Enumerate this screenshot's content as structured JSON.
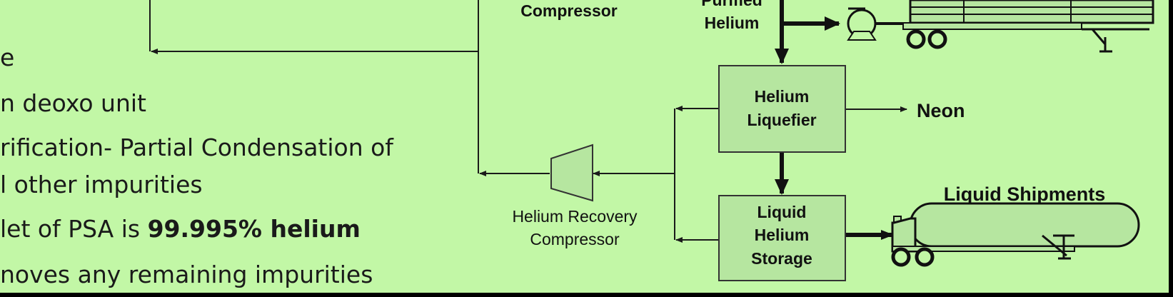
{
  "colors": {
    "background": "#c2f7a6",
    "box_fill": "#b6e6a0",
    "line": "#1a1a1a",
    "frame": "#000000"
  },
  "bullets": {
    "line1": "e",
    "line2": "n deoxo unit",
    "line3": "rification- Partial Condensation of",
    "line4": "l other impurities",
    "line5_prefix": "let of PSA is ",
    "line5_bold": "99.995% helium",
    "line6": "noves any remaining impurities"
  },
  "diagram": {
    "compressor_top_label": "Compressor",
    "purified_helium_line1": "Purified",
    "purified_helium_line2": "Helium",
    "helium_liquefier_line1": "Helium",
    "helium_liquefier_line2": "Liquefier",
    "neon_label": "Neon",
    "storage_line1": "Liquid",
    "storage_line2": "Helium",
    "storage_line3": "Storage",
    "recovery_line1": "Helium Recovery",
    "recovery_line2": "Compressor",
    "liquid_shipments": "Liquid Shipments"
  }
}
